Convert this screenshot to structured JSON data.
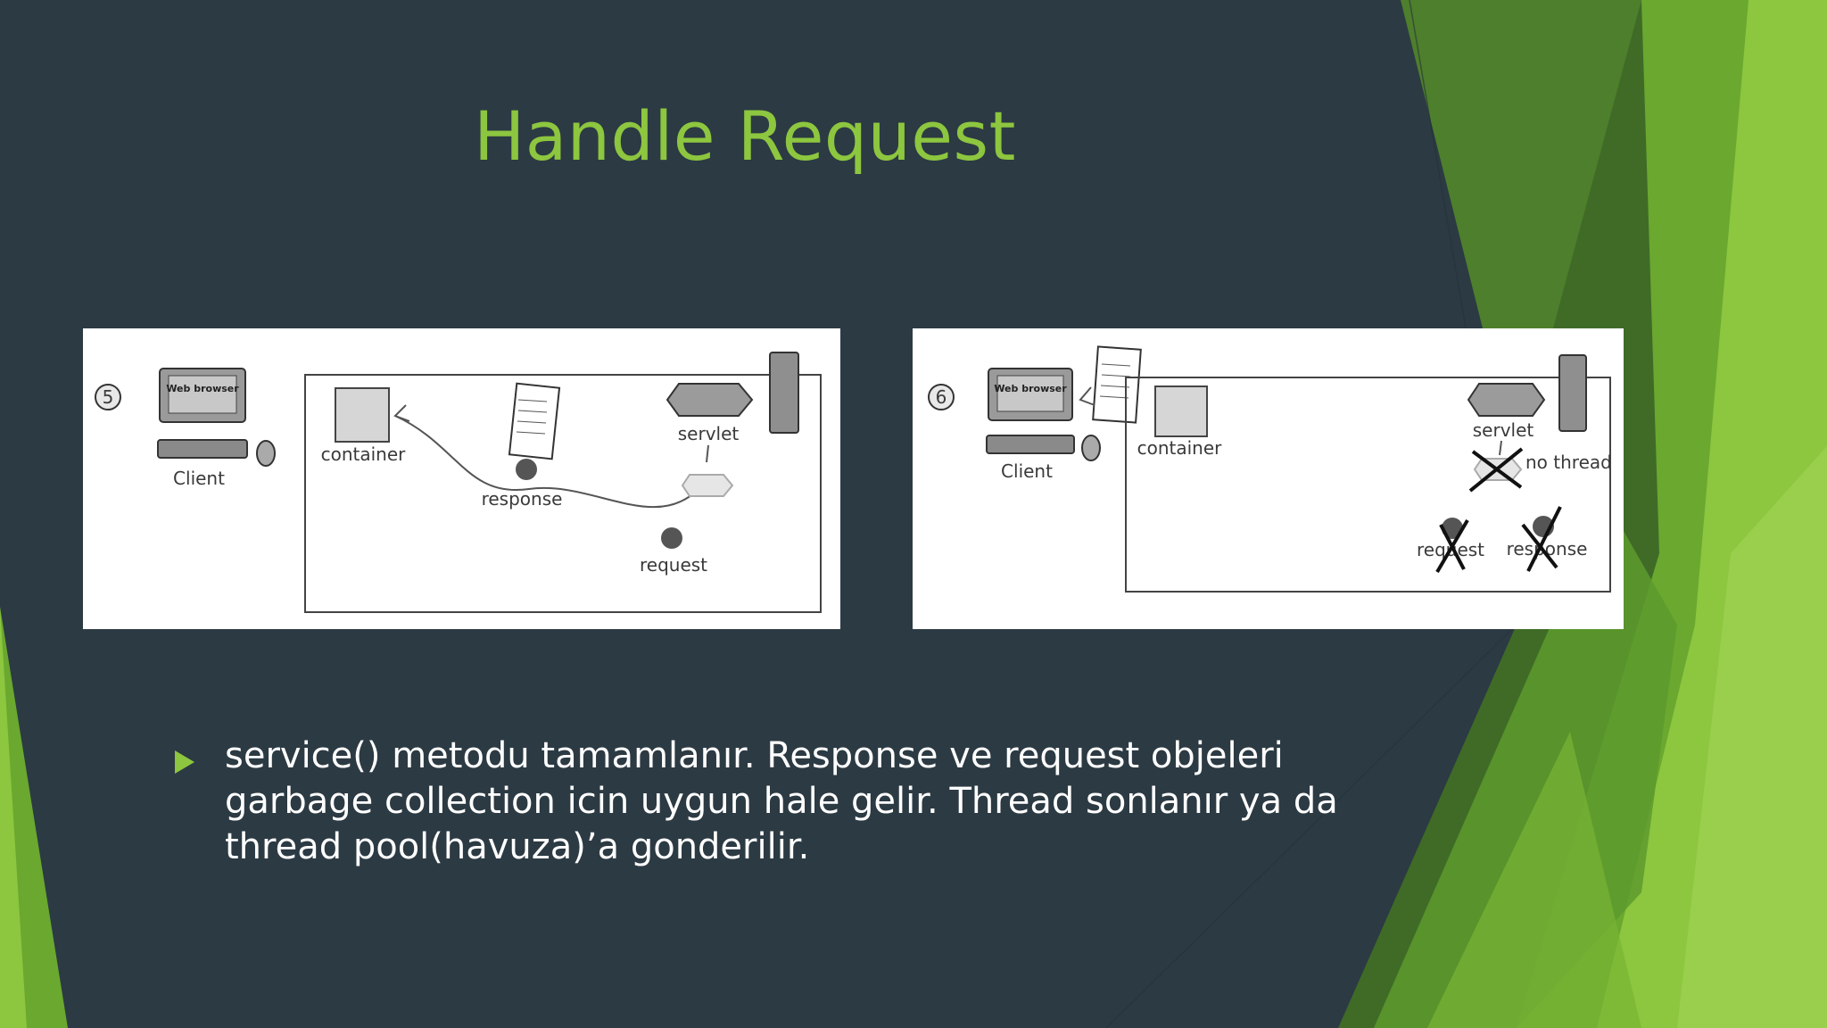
{
  "slide": {
    "title": "Handle Request",
    "bullets": [
      "service() metodu tamamlanır. Response ve request objeleri garbage collection icin uygun hale gelir. Thread sonlanır ya da thread pool(havuza)’a gonderilir."
    ]
  },
  "diagrams": [
    {
      "step": "5",
      "browser_label": "Web browser",
      "client_label": "Client",
      "container_label": "container",
      "servlet_label": "servlet",
      "response_label": "response",
      "request_label": "request"
    },
    {
      "step": "6",
      "browser_label": "Web browser",
      "client_label": "Client",
      "container_label": "container",
      "servlet_label": "servlet",
      "thread_label": "no thread",
      "request_label": "request",
      "response_label": "response"
    }
  ],
  "colors": {
    "background": "#2c3a43",
    "accent": "#8dc63f",
    "text": "#ffffff"
  }
}
